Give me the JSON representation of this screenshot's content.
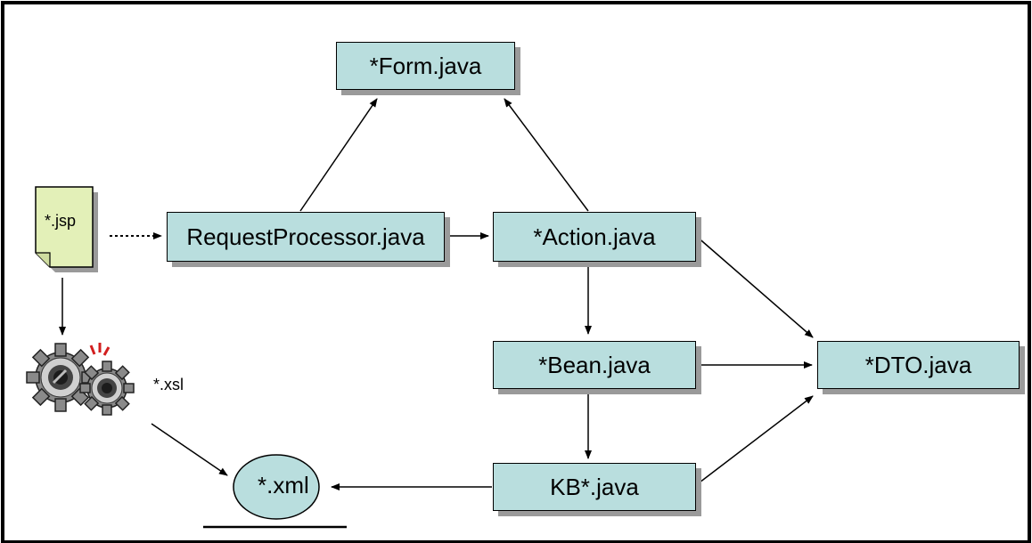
{
  "diagram": {
    "nodes": {
      "form": "*Form.java",
      "request_processor": "RequestProcessor.java",
      "action": "*Action.java",
      "bean": "*Bean.java",
      "kb": "KB*.java",
      "dto": "*DTO.java",
      "jsp": "*.jsp",
      "xsl": "*.xsl",
      "xml": "*.xml"
    },
    "colors": {
      "box_fill": "#b9dede",
      "jsp_fill": "#e3f0b8",
      "shadow": "#9a9a9a",
      "gear_mark": "#d21f1f"
    },
    "icons": [
      "document-icon",
      "gears-icon",
      "storage-icon"
    ]
  }
}
